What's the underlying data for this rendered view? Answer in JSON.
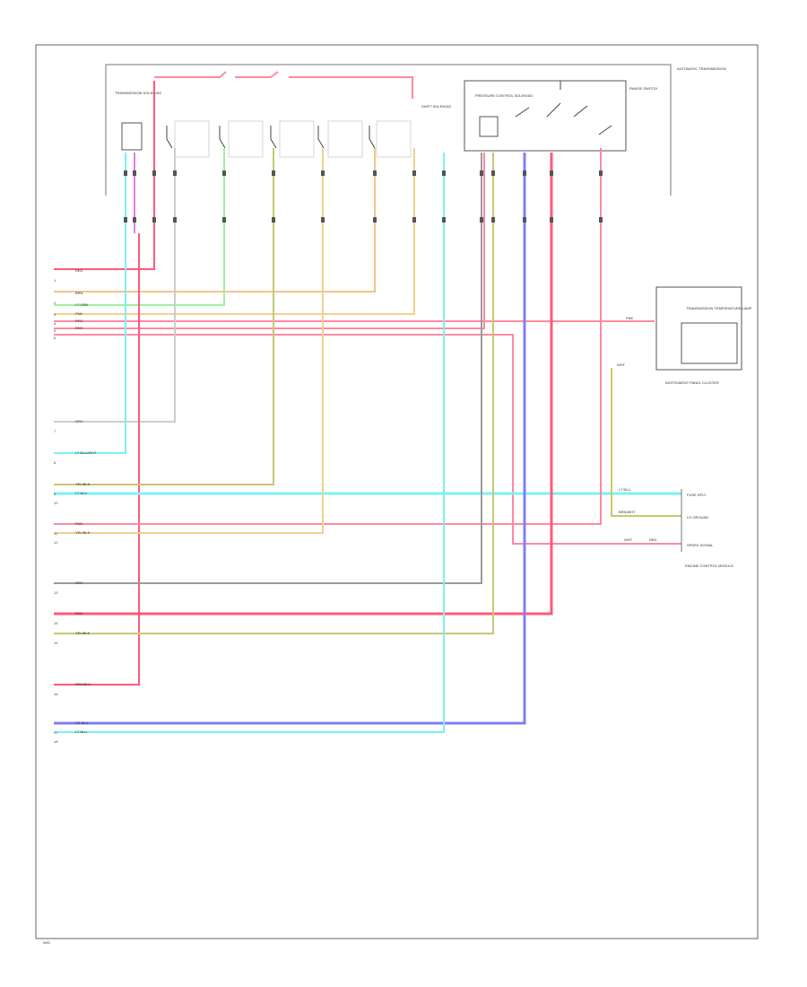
{
  "colors": {
    "red": "#ff5a7a",
    "pink": "#ff8aa0",
    "orange": "#f3c58a",
    "tan": "#f0d090",
    "yellow": "#d8d060",
    "olive": "#c8c870",
    "green": "#a8ee98",
    "light_green": "#9ff0a0",
    "cyan": "#7ef0f0",
    "blue": "#8080f0",
    "gray": "#9a9a9a",
    "dark_gray": "#555555",
    "magenta": "#e87be8",
    "frame": "#555555"
  },
  "labels": {
    "top_right_module": "AUTOMATIC TRANSMISSION",
    "module_a": "TRANSMISSION SOLENOID",
    "module_b": "SHIFT SOLENOID",
    "module_c": "PRESSURE CONTROL SOLENOID",
    "module_d": "RANGE SWITCH",
    "right_box_title": "INSTRUMENT PANEL CLUSTER",
    "right_box_item": "TRANSMISSION TEMPERATURE LAMP",
    "lower_right_title": "ENGINE CONTROL MODULE",
    "lower_right_pin1": "FUSE SPLY",
    "lower_right_pin2": "LO GROUND",
    "lower_right_pin3": "SPEED SIGNAL",
    "footer_code": "W/D"
  },
  "left_wire_labels": [
    "RED",
    "BRN",
    "LT GRN",
    "PNK",
    "RED",
    "RED",
    "GRY",
    "LT BLU/WHT",
    "YEL/BLK",
    "LT BLU",
    "PNK",
    "YEL/BLK",
    "GRY",
    "RED",
    "YEL/BLK",
    "RED/BLK",
    "DK BLU",
    "LT BLU"
  ],
  "left_pin_numbers": [
    "1",
    "2",
    "3",
    "4",
    "5",
    "6",
    "7",
    "8",
    "9",
    "10",
    "11",
    "12",
    "13",
    "14",
    "15",
    "16",
    "17",
    "18"
  ],
  "right_wire_labels": [
    "PNK",
    "WHT",
    "BRN/WHT",
    "LT BLU",
    "WHT",
    "RED"
  ]
}
